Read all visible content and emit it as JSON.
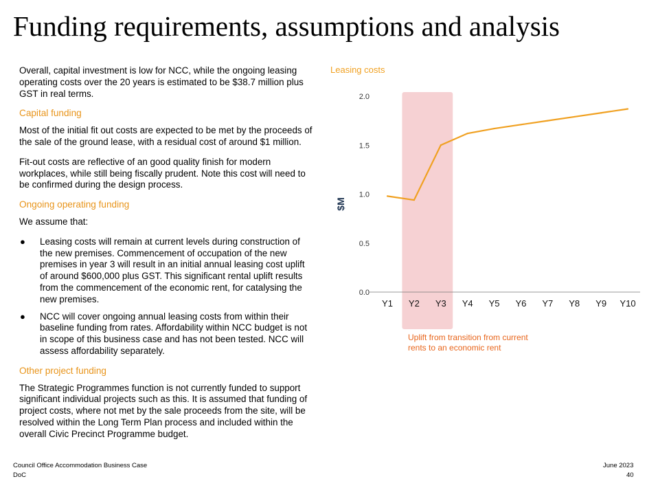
{
  "slide": {
    "title": "Funding requirements, assumptions and analysis",
    "intro": "Overall, capital investment is low for NCC, while the ongoing leasing operating costs over the 20 years is estimated to be $38.7 million plus GST in real terms.",
    "capital": {
      "heading": "Capital funding",
      "p1": "Most of the initial fit out costs are expected to be met by the proceeds of the sale of the ground lease, with a residual cost of around $1 million.",
      "p2": "Fit-out costs are reflective of an good quality finish for modern workplaces, while still being fiscally prudent. Note this cost will need to be confirmed during the design process."
    },
    "ongoing": {
      "heading": "Ongoing operating funding",
      "lead": "We assume that:",
      "bullet_glyph": "●",
      "bullets": [
        "Leasing costs will remain at current levels during construction of the new premises. Commencement of occupation of the new premises in year 3 will result in an initial annual leasing cost uplift of around $600,000 plus GST. This significant rental uplift results from the commencement of the economic rent, for catalysing the new premises.",
        "NCC will cover ongoing annual leasing costs from within their baseline funding from rates. Affordability within NCC budget is not in scope of this business case and has not been tested. NCC will assess affordability separately."
      ]
    },
    "other": {
      "heading": "Other project funding",
      "p1": "The Strategic Programmes function is not currently funded to support significant individual projects such as this. It is assumed that funding of project costs, where not met by the sale proceeds from the site, will be resolved within the Long Term Plan process and included within the overall Civic Precinct Programme budget."
    },
    "footer": {
      "left": "Council Office Accommodation Business Case",
      "left2": "DoC",
      "right": "June 2023",
      "page": "40"
    }
  },
  "colors": {
    "accent": "#f0a020",
    "heading": "#e8941a",
    "highlight": "#f4c6c8",
    "annotation": "#e8641a"
  },
  "chart_data": {
    "type": "line",
    "title": "Leasing costs",
    "ylabel": "$M",
    "xlabel": "",
    "categories": [
      "Y1",
      "Y2",
      "Y3",
      "Y4",
      "Y5",
      "Y6",
      "Y7",
      "Y8",
      "Y9",
      "Y10"
    ],
    "values": [
      0.98,
      0.94,
      1.5,
      1.62,
      1.67,
      1.71,
      1.75,
      1.79,
      1.83,
      1.87
    ],
    "ylim": [
      0,
      2.0
    ],
    "yticks": [
      "0.0",
      "0.5",
      "1.0",
      "1.5",
      "2.0"
    ],
    "grid": false,
    "line_color": "#f0a020",
    "highlight": {
      "from": "Y2",
      "to": "Y3",
      "color": "#f4c6c8",
      "annotation_lines": [
        "Uplift from transition from current",
        "rents to an economic rent"
      ]
    }
  }
}
